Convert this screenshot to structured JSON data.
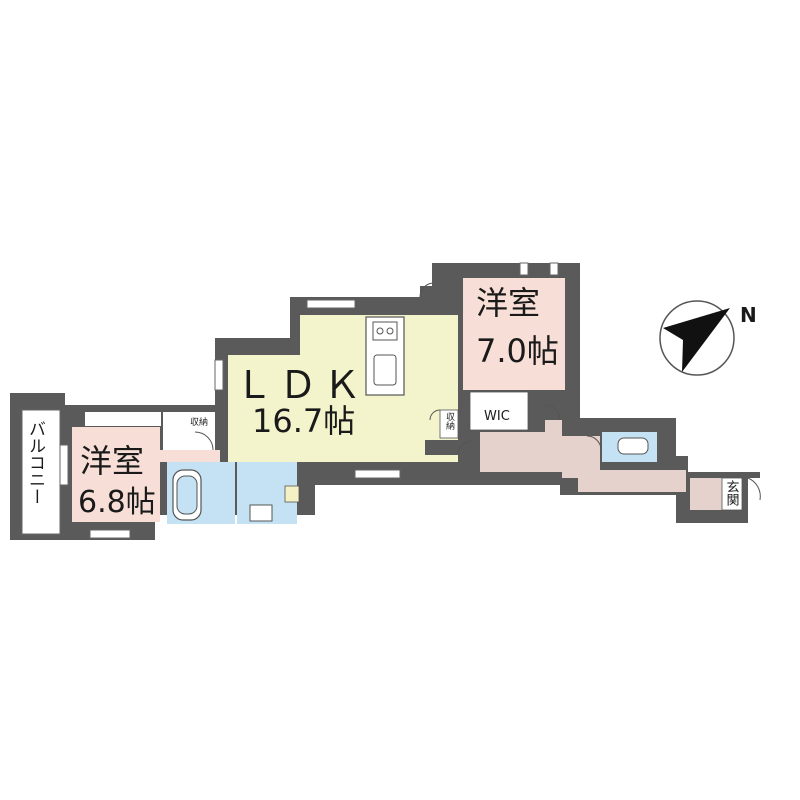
{
  "rooms": {
    "ldk": {
      "name": "ＬＤＫ",
      "size": "16.7帖"
    },
    "western_room_right": {
      "name": "洋室",
      "size": "7.0帖"
    },
    "western_room_left": {
      "name": "洋室",
      "size": "6.8帖"
    }
  },
  "labels": {
    "balcony": "バルコニー",
    "entrance": "玄関",
    "wic": "WIC",
    "storage_ldk": "収納",
    "storage_left": "収納"
  },
  "compass": {
    "north_label": "N"
  },
  "colors": {
    "wall": "#5a5a5a",
    "ldk": "#f3f4cc",
    "western": "#f7dfd7",
    "corridor": "#e6d2cc",
    "wet_area": "#c4e2f4",
    "floor_white": "#ffffff"
  }
}
